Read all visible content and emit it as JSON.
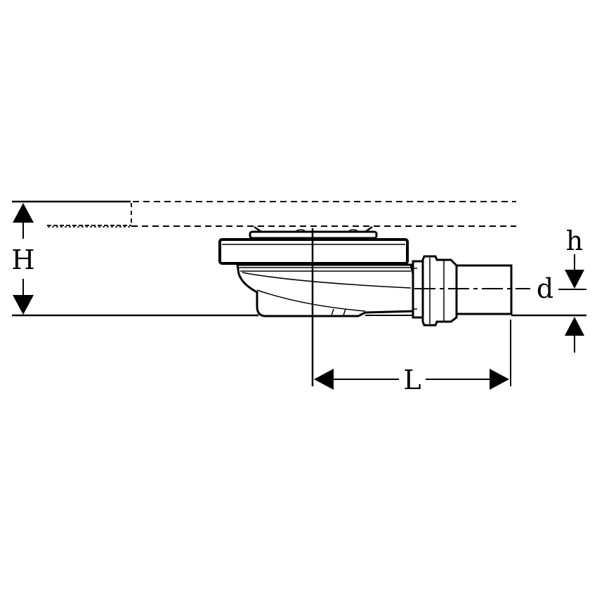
{
  "diagram": {
    "type": "technical-drawing",
    "subject": "shower drain with horizontal outlet",
    "background": "#ffffff",
    "line_color": "#000000",
    "dimensions": {
      "height": {
        "label": "H"
      },
      "length": {
        "label": "L"
      },
      "diameter": {
        "label": "d"
      },
      "offset": {
        "label": "h"
      }
    }
  }
}
